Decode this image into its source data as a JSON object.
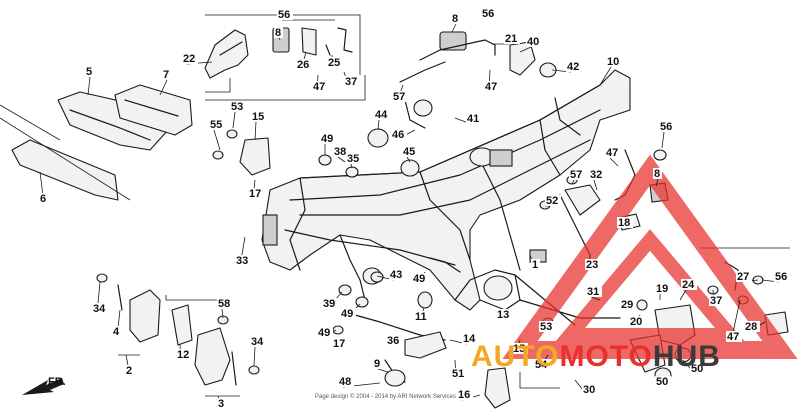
{
  "diagram": {
    "callouts": [
      {
        "id": "c56a",
        "text": "56"
      },
      {
        "id": "c22",
        "text": "22"
      },
      {
        "id": "c8a",
        "text": "8"
      },
      {
        "id": "c26a",
        "text": "26"
      },
      {
        "id": "c25a",
        "text": "25"
      },
      {
        "id": "c47a",
        "text": "47"
      },
      {
        "id": "c37a",
        "text": "37"
      },
      {
        "id": "c8b",
        "text": "8"
      },
      {
        "id": "c56b",
        "text": "56"
      },
      {
        "id": "c21",
        "text": "21"
      },
      {
        "id": "c40",
        "text": "40"
      },
      {
        "id": "c42",
        "text": "42"
      },
      {
        "id": "c47b",
        "text": "47"
      },
      {
        "id": "c10",
        "text": "10"
      },
      {
        "id": "c57a",
        "text": "57"
      },
      {
        "id": "c5",
        "text": "5"
      },
      {
        "id": "c7",
        "text": "7"
      },
      {
        "id": "c53a",
        "text": "53"
      },
      {
        "id": "c55",
        "text": "55"
      },
      {
        "id": "c15a",
        "text": "15"
      },
      {
        "id": "c44",
        "text": "44"
      },
      {
        "id": "c46",
        "text": "46"
      },
      {
        "id": "c41",
        "text": "41"
      },
      {
        "id": "c49a",
        "text": "49"
      },
      {
        "id": "c38",
        "text": "38"
      },
      {
        "id": "c35",
        "text": "35"
      },
      {
        "id": "c45",
        "text": "45"
      },
      {
        "id": "c56c",
        "text": "56"
      },
      {
        "id": "c17a",
        "text": "17"
      },
      {
        "id": "c6",
        "text": "6"
      },
      {
        "id": "c47c",
        "text": "47"
      },
      {
        "id": "c32",
        "text": "32"
      },
      {
        "id": "c57b",
        "text": "57"
      },
      {
        "id": "c52",
        "text": "52"
      },
      {
        "id": "c8c",
        "text": "8"
      },
      {
        "id": "c18",
        "text": "18"
      },
      {
        "id": "c23",
        "text": "23"
      },
      {
        "id": "c33",
        "text": "33"
      },
      {
        "id": "c43",
        "text": "43"
      },
      {
        "id": "c49b",
        "text": "49"
      },
      {
        "id": "c1",
        "text": "1"
      },
      {
        "id": "c27",
        "text": "27"
      },
      {
        "id": "c56d",
        "text": "56"
      },
      {
        "id": "c31",
        "text": "31"
      },
      {
        "id": "c29",
        "text": "29"
      },
      {
        "id": "c19",
        "text": "19"
      },
      {
        "id": "c24",
        "text": "24"
      },
      {
        "id": "c37b",
        "text": "37"
      },
      {
        "id": "c20",
        "text": "20"
      },
      {
        "id": "c34a",
        "text": "34"
      },
      {
        "id": "c58",
        "text": "58"
      },
      {
        "id": "c39",
        "text": "39"
      },
      {
        "id": "c49c",
        "text": "49"
      },
      {
        "id": "c11",
        "text": "11"
      },
      {
        "id": "c13",
        "text": "13"
      },
      {
        "id": "c53b",
        "text": "53"
      },
      {
        "id": "c28",
        "text": "28"
      },
      {
        "id": "c47d",
        "text": "47"
      },
      {
        "id": "c4",
        "text": "4"
      },
      {
        "id": "c12",
        "text": "12"
      },
      {
        "id": "c49d",
        "text": "49"
      },
      {
        "id": "c17b",
        "text": "17"
      },
      {
        "id": "c36",
        "text": "36"
      },
      {
        "id": "c14",
        "text": "14"
      },
      {
        "id": "c15b",
        "text": "15"
      },
      {
        "id": "c54",
        "text": "54"
      },
      {
        "id": "c2",
        "text": "2"
      },
      {
        "id": "c34b",
        "text": "34"
      },
      {
        "id": "c9",
        "text": "9"
      },
      {
        "id": "c51",
        "text": "51"
      },
      {
        "id": "c50a",
        "text": "50"
      },
      {
        "id": "c50b",
        "text": "50"
      },
      {
        "id": "c3",
        "text": "3"
      },
      {
        "id": "c48",
        "text": "48"
      },
      {
        "id": "c16",
        "text": "16"
      },
      {
        "id": "c30",
        "text": "30"
      }
    ],
    "direction_label": "FR.",
    "caption": "Page design © 2004 - 2014 by ARI Network Services"
  },
  "watermark": {
    "word_part1": "AUTO",
    "word_part2": "MOTO",
    "word_part3": "HUB",
    "colors": {
      "orange": "#f5a623",
      "red": "#e8302c",
      "dark": "#3a3a3a"
    }
  }
}
